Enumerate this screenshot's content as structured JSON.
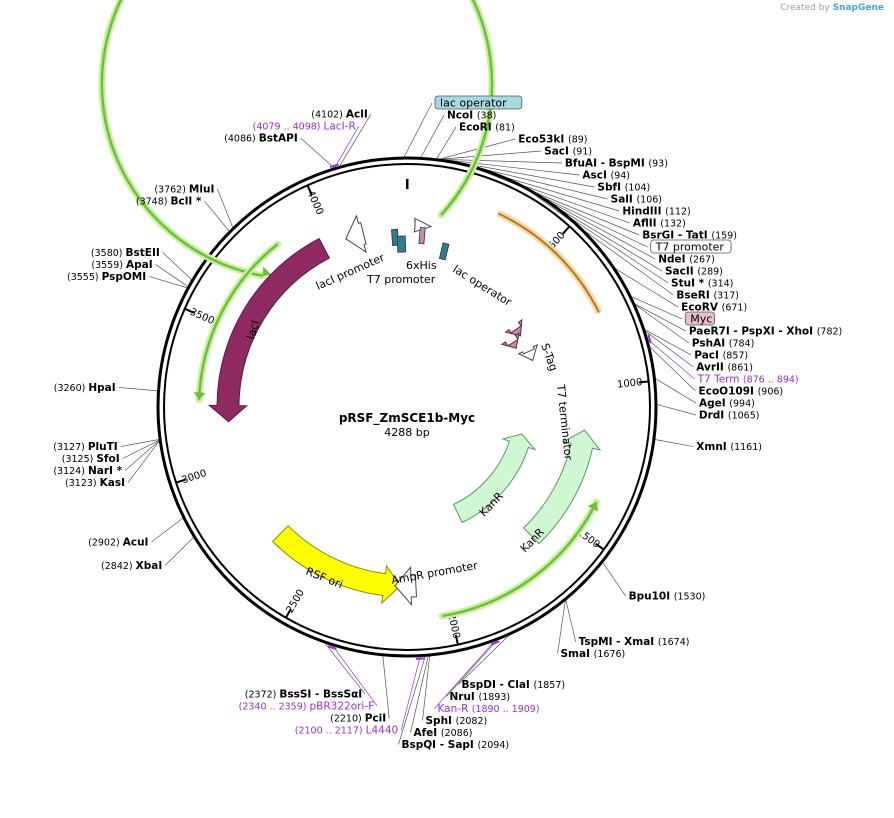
{
  "branding": {
    "prefix": "Created by",
    "name": "SnapGene"
  },
  "plasmid": {
    "name": "pRSF_ZmSCE1b-Myc",
    "length_label": "4288 bp",
    "length": 4288
  },
  "colors": {
    "primer": "#9b30d9",
    "lacI": "#8e2a61",
    "ori": "#ffff00",
    "kanR": "#cff7d2",
    "orf": "#6fbf3b",
    "orange": "#f0b050",
    "operator": "#2f7d95",
    "tag": "#c98cad"
  },
  "ticks": [
    {
      "bp": 500,
      "label": "500"
    },
    {
      "bp": 1000,
      "label": "1000"
    },
    {
      "bp": 1500,
      "label": "1500"
    },
    {
      "bp": 2000,
      "label": "2000"
    },
    {
      "bp": 2500,
      "label": "2500"
    },
    {
      "bp": 3000,
      "label": "3000"
    },
    {
      "bp": 3500,
      "label": "3500"
    },
    {
      "bp": 4000,
      "label": "4000"
    }
  ],
  "enzymes": [
    {
      "name": "NcoI",
      "pos": "(38)",
      "bp": 38,
      "side": "R"
    },
    {
      "name": "EcoRI",
      "pos": "(81)",
      "bp": 81,
      "side": "R"
    },
    {
      "name": "Eco53kI",
      "pos": "(89)",
      "bp": 89,
      "side": "R"
    },
    {
      "name": "SacI",
      "pos": "(91)",
      "bp": 91,
      "side": "R"
    },
    {
      "name": "BfuAI - BspMI",
      "pos": "(93)",
      "bp": 93,
      "side": "R"
    },
    {
      "name": "AscI",
      "pos": "(94)",
      "bp": 94,
      "side": "R"
    },
    {
      "name": "SbfI",
      "pos": "(104)",
      "bp": 104,
      "side": "R"
    },
    {
      "name": "SalI",
      "pos": "(106)",
      "bp": 106,
      "side": "R"
    },
    {
      "name": "HindIII",
      "pos": "(112)",
      "bp": 112,
      "side": "R"
    },
    {
      "name": "AflII",
      "pos": "(132)",
      "bp": 132,
      "side": "R"
    },
    {
      "name": "BsrGI - TatI",
      "pos": "(159)",
      "bp": 159,
      "side": "R"
    },
    {
      "name": "NdeI",
      "pos": "(267)",
      "bp": 267,
      "side": "R"
    },
    {
      "name": "SacII",
      "pos": "(289)",
      "bp": 289,
      "side": "R"
    },
    {
      "name": "StuI *",
      "pos": "(314)",
      "bp": 314,
      "side": "R"
    },
    {
      "name": "BseRI",
      "pos": "(317)",
      "bp": 317,
      "side": "R"
    },
    {
      "name": "EcoRV",
      "pos": "(671)",
      "bp": 671,
      "side": "R"
    },
    {
      "name": "PaeR7I - PspXI - XhoI",
      "pos": "(782)",
      "bp": 782,
      "side": "R"
    },
    {
      "name": "PshAI",
      "pos": "(784)",
      "bp": 784,
      "side": "R"
    },
    {
      "name": "PacI",
      "pos": "(857)",
      "bp": 857,
      "side": "R"
    },
    {
      "name": "AvrII",
      "pos": "(861)",
      "bp": 861,
      "side": "R"
    },
    {
      "name": "EcoO109I",
      "pos": "(906)",
      "bp": 906,
      "side": "R"
    },
    {
      "name": "AgeI",
      "pos": "(994)",
      "bp": 994,
      "side": "R"
    },
    {
      "name": "DrdI",
      "pos": "(1065)",
      "bp": 1065,
      "side": "R"
    },
    {
      "name": "XmnI",
      "pos": "(1161)",
      "bp": 1161,
      "side": "R"
    },
    {
      "name": "Bpu10I",
      "pos": "(1530)",
      "bp": 1530,
      "side": "R"
    },
    {
      "name": "TspMI - XmaI",
      "pos": "(1674)",
      "bp": 1674,
      "side": "R"
    },
    {
      "name": "SmaI",
      "pos": "(1676)",
      "bp": 1676,
      "side": "R"
    },
    {
      "name": "BspDI - ClaI",
      "pos": "(1857)",
      "bp": 1857,
      "side": "R"
    },
    {
      "name": "NruI",
      "pos": "(1893)",
      "bp": 1893,
      "side": "R"
    },
    {
      "name": "SphI",
      "pos": "(2082)",
      "bp": 2082,
      "side": "R"
    },
    {
      "name": "AfeI",
      "pos": "(2086)",
      "bp": 2086,
      "side": "R"
    },
    {
      "name": "BspQI - SapI",
      "pos": "(2094)",
      "bp": 2094,
      "side": "R"
    },
    {
      "name": "PciI",
      "pos": "(2210)",
      "bp": 2210,
      "side": "L"
    },
    {
      "name": "BssSI - BssSαI",
      "pos": "(2372)",
      "bp": 2372,
      "side": "L"
    },
    {
      "name": "XbaI",
      "pos": "(2842)",
      "bp": 2842,
      "side": "L"
    },
    {
      "name": "AcuI",
      "pos": "(2902)",
      "bp": 2902,
      "side": "L"
    },
    {
      "name": "KasI",
      "pos": "(3123)",
      "bp": 3123,
      "side": "L"
    },
    {
      "name": "NarI *",
      "pos": "(3124)",
      "bp": 3124,
      "side": "L"
    },
    {
      "name": "SfoI",
      "pos": "(3125)",
      "bp": 3125,
      "side": "L"
    },
    {
      "name": "PluTI",
      "pos": "(3127)",
      "bp": 3127,
      "side": "L"
    },
    {
      "name": "HpaI",
      "pos": "(3260)",
      "bp": 3260,
      "side": "L"
    },
    {
      "name": "PspOMI",
      "pos": "(3555)",
      "bp": 3555,
      "side": "L"
    },
    {
      "name": "ApaI",
      "pos": "(3559)",
      "bp": 3559,
      "side": "L"
    },
    {
      "name": "BstEII",
      "pos": "(3580)",
      "bp": 3580,
      "side": "L"
    },
    {
      "name": "BclI *",
      "pos": "(3748)",
      "bp": 3748,
      "side": "L"
    },
    {
      "name": "MluI",
      "pos": "(3762)",
      "bp": 3762,
      "side": "L"
    },
    {
      "name": "BstAPI",
      "pos": "(4086)",
      "bp": 4086,
      "side": "L"
    },
    {
      "name": "AclI",
      "pos": "(4102)",
      "bp": 4102,
      "side": "L"
    }
  ],
  "primers": [
    {
      "name": "T7 Term",
      "pos": "(876 .. 894)",
      "bp": 885,
      "side": "R"
    },
    {
      "name": "Kan-R",
      "pos": "(1890 .. 1909)",
      "bp": 1900,
      "side": "R"
    },
    {
      "name": "L4440",
      "pos": "(2100 .. 2117)",
      "bp": 2108,
      "side": "L"
    },
    {
      "name": "pBR322ori-F",
      "pos": "(2340 .. 2359)",
      "bp": 2350,
      "side": "L"
    },
    {
      "name": "LacI-R",
      "pos": "(4079 .. 4098)",
      "bp": 4088,
      "side": "L"
    }
  ],
  "boxed_labels": [
    {
      "name": "lac operator",
      "bp": 4280
    },
    {
      "name": "T7 promoter",
      "bp": 215
    },
    {
      "name": "Myc",
      "bp": 760
    }
  ],
  "feature_labels": [
    {
      "name": "lacI promoter"
    },
    {
      "name": "T7 promoter"
    },
    {
      "name": "6xHis"
    },
    {
      "name": "lac operator"
    },
    {
      "name": "lacI"
    },
    {
      "name": "S-Tag"
    },
    {
      "name": "T7 terminator"
    },
    {
      "name": "KanR"
    },
    {
      "name": "KanR"
    },
    {
      "name": "AmpR promoter"
    },
    {
      "name": "RSF ori"
    }
  ]
}
